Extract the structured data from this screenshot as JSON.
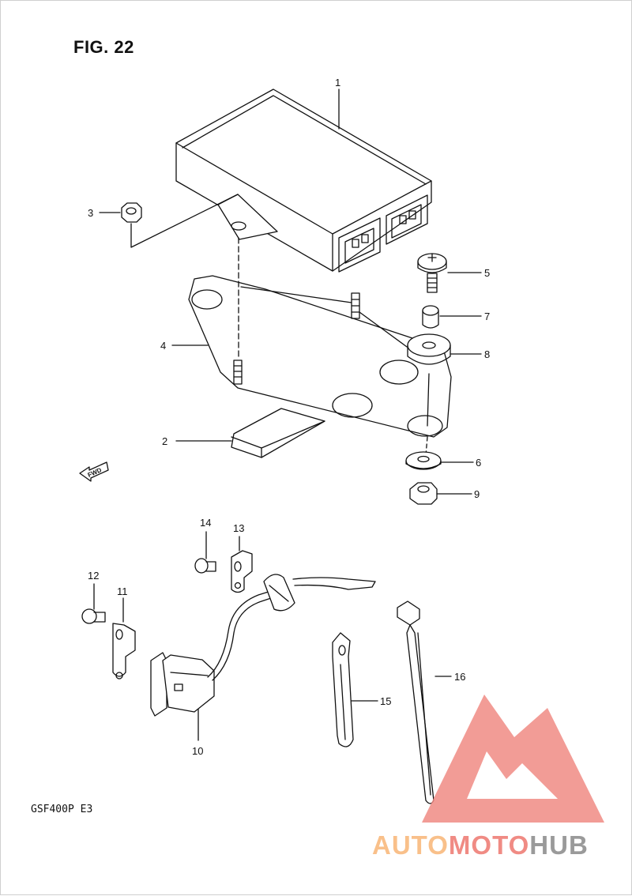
{
  "figure": {
    "title": "FIG. 22",
    "model": "GSF400P  E3"
  },
  "fwd_label": "FWD",
  "callouts": [
    "1",
    "2",
    "3",
    "4",
    "5",
    "6",
    "7",
    "8",
    "9",
    "10",
    "11",
    "12",
    "13",
    "14",
    "15",
    "16"
  ],
  "watermark": {
    "part_a": "AUTO",
    "part_b": "MOTO",
    "part_c": "HUB"
  },
  "colors": {
    "line": "#111111",
    "watermark_red": "#f08b84",
    "watermark_orange": "#f9c08a",
    "watermark_gray": "#9a9a9a"
  }
}
